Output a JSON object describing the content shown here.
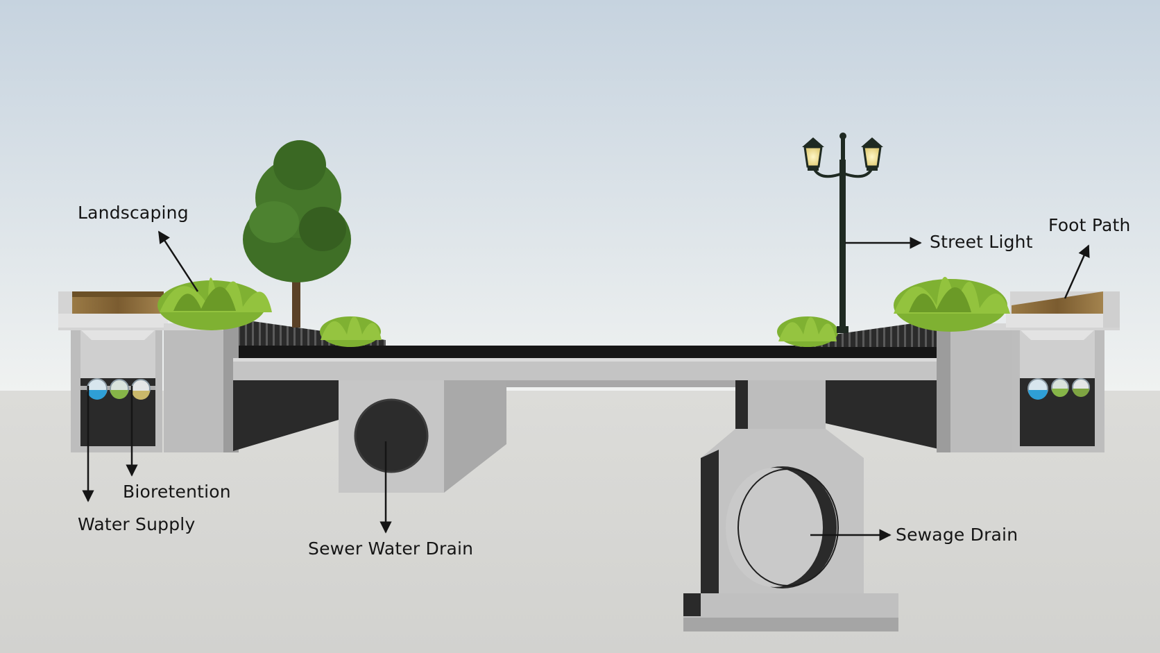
{
  "labels": {
    "landscaping": "Landscaping",
    "street_light": "Street Light",
    "foot_path": "Foot Path",
    "bioretention": "Bioretention",
    "water_supply": "Water Supply",
    "sewer_water_drain": "Sewer Water Drain",
    "sewage_drain": "Sewage Drain"
  },
  "colors": {
    "sky_top": "#c9d6e2",
    "sky_bottom": "#f1f3f2",
    "ground": "#d9d9d6",
    "concrete": "#c2c2c2",
    "concrete_dark": "#9d9d9d",
    "void": "#2a2a2a",
    "asphalt": "#1a1a1a",
    "deck_wood": "#8a6a3a",
    "foliage": "#7fb132",
    "tree": "#3f6f26",
    "water": "#2f9fd6",
    "bioretention_green": "#86b548",
    "lamp_glow": "#f3e7a8",
    "text": "#151515"
  }
}
